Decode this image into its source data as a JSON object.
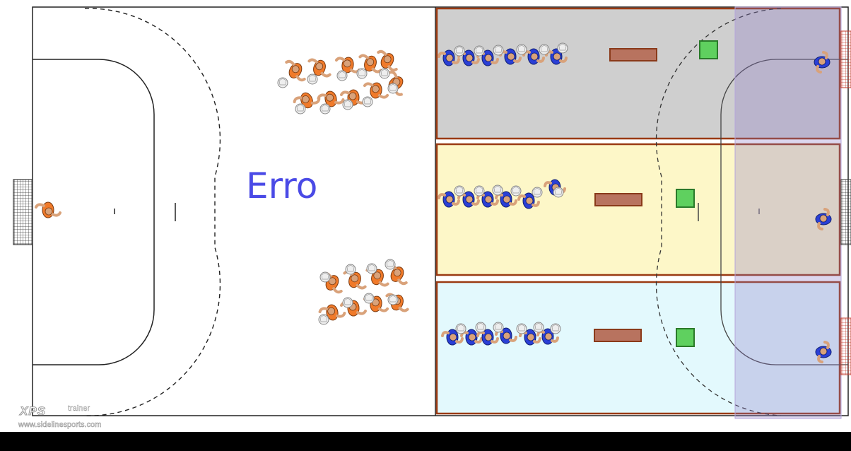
{
  "diagram": {
    "label": "Erro",
    "brand": {
      "name": "XPS",
      "tag": "trainer",
      "url": "www.sidelinesports.com"
    },
    "colors": {
      "court_line": "#222222",
      "lane_border": "#9a3a12",
      "lane_top_fill": "#cfcfcf",
      "lane_mid_fill": "#fdf7c8",
      "lane_bottom_fill": "#e3f9fd",
      "goal_area_overlay": "#8c78c8",
      "attacker_shirt": "#f07a2a",
      "defender_shirt": "#2a3fd6",
      "ball": "#eeeeee",
      "cone": "#5fd05f",
      "bench": "#b8735f",
      "label": "#4a4ae6"
    },
    "icons": [
      "handball-player-icon",
      "ball-icon",
      "goal-net-icon",
      "cone-icon",
      "bench-icon"
    ]
  }
}
